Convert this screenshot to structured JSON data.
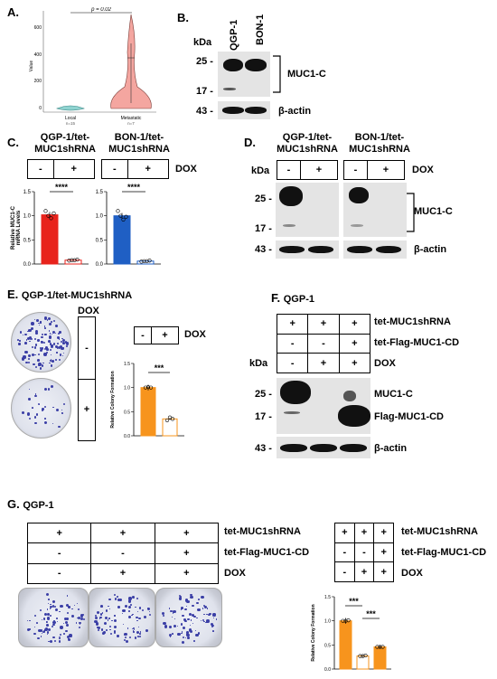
{
  "panels": {
    "A": {
      "label": "A.",
      "ylabel": "Value",
      "yticks": [
        "0",
        "200",
        "400",
        "600"
      ],
      "pvalue": "p = 0.02",
      "groups": [
        {
          "name": "Local",
          "n": "n=15"
        },
        {
          "name": "Metastatic",
          "n": "n=7"
        }
      ]
    },
    "B": {
      "label": "B.",
      "lanes": [
        "QGP-1",
        "BON-1"
      ],
      "kda": "kDa",
      "markers": [
        "25 -",
        "17 -",
        "43 -"
      ],
      "target": "MUC1-C",
      "control": "β-actin"
    },
    "C": {
      "label": "C.",
      "line1": [
        "QGP-1/tet-",
        "MUC1shRNA"
      ],
      "line2": [
        "BON-1/tet-",
        "MUC1shRNA"
      ],
      "dox_row": [
        "-",
        "+",
        "-",
        "+"
      ],
      "dox": "DOX",
      "ylabel": [
        "Relative MUC1-C",
        "mRNA Levels"
      ],
      "yticks": [
        "0.0",
        "0.5",
        "1.0",
        "1.5"
      ],
      "sig": [
        "****",
        "****"
      ]
    },
    "D": {
      "label": "D.",
      "line1": [
        "QGP-1/tet-",
        "MUC1shRNA"
      ],
      "line2": [
        "BON-1/tet-",
        "MUC1shRNA"
      ],
      "dox_row": [
        "-",
        "+",
        "-",
        "+"
      ],
      "dox": "DOX",
      "kda": "kDa",
      "markers": [
        "25 -",
        "17 -",
        "43 -"
      ],
      "target": "MUC1-C",
      "control": "β-actin"
    },
    "E": {
      "label": "E.",
      "title": "QGP-1/tet-MUC1shRNA",
      "dox": "DOX",
      "dish_rows": [
        "-",
        "+"
      ],
      "dox_row": [
        "-",
        "+"
      ],
      "ylabel": "Relative Colony Formation",
      "yticks": [
        "0.0",
        "0.5",
        "1.0",
        "1.5"
      ],
      "sig": "***"
    },
    "F": {
      "label": "F.",
      "title": "QGP-1",
      "rows": [
        {
          "label": "tet-MUC1shRNA",
          "cells": [
            "+",
            "+",
            "+"
          ]
        },
        {
          "label": "tet-Flag-MUC1-CD",
          "cells": [
            "-",
            "-",
            "+"
          ]
        },
        {
          "label": "DOX",
          "cells": [
            "-",
            "+",
            "+"
          ]
        }
      ],
      "kda": "kDa",
      "markers": [
        "25 -",
        "17 -",
        "43 -"
      ],
      "bands": [
        "MUC1-C",
        "Flag-MUC1-CD",
        "β-actin"
      ]
    },
    "G": {
      "label": "G.",
      "title": "QGP-1",
      "rows": [
        {
          "label": "tet-MUC1shRNA",
          "cells": [
            "+",
            "+",
            "+"
          ]
        },
        {
          "label": "tet-Flag-MUC1-CD",
          "cells": [
            "-",
            "-",
            "+"
          ]
        },
        {
          "label": "DOX",
          "cells": [
            "-",
            "+",
            "+"
          ]
        }
      ],
      "ylabel": "Relative Colony Formation",
      "yticks": [
        "0.0",
        "0.5",
        "1.0",
        "1.5"
      ],
      "sig": [
        "***",
        "***"
      ]
    }
  },
  "chart_data": [
    {
      "type": "bar",
      "panel": "C-left",
      "categories": [
        "-",
        "+"
      ],
      "values": [
        1.02,
        0.08
      ],
      "ylim": [
        0,
        1.5
      ],
      "points": [
        [
          1.1,
          1.0,
          0.95,
          1.05
        ],
        [
          0.07,
          0.08,
          0.08,
          0.09
        ]
      ],
      "colors": [
        "#e8231c",
        "#ffffff"
      ],
      "edge": "#e8231c"
    },
    {
      "type": "bar",
      "panel": "C-right",
      "categories": [
        "-",
        "+"
      ],
      "values": [
        1.0,
        0.06
      ],
      "ylim": [
        0,
        1.5
      ],
      "points": [
        [
          1.1,
          1.0,
          0.92,
          0.98
        ],
        [
          0.05,
          0.06,
          0.06,
          0.07
        ]
      ],
      "colors": [
        "#1f5fc4",
        "#ffffff"
      ],
      "edge": "#1f5fc4"
    },
    {
      "type": "bar",
      "panel": "E",
      "categories": [
        "-",
        "+"
      ],
      "values": [
        1.0,
        0.35
      ],
      "ylim": [
        0,
        1.5
      ],
      "points": [
        [
          1.0,
          1.01,
          1.0
        ],
        [
          0.32,
          0.38,
          0.35
        ]
      ],
      "colors": [
        "#f7941d",
        "#ffffff"
      ],
      "edge": "#f7941d"
    },
    {
      "type": "bar",
      "panel": "G",
      "categories": [
        "1",
        "2",
        "3"
      ],
      "values": [
        1.0,
        0.27,
        0.46
      ],
      "ylim": [
        0,
        1.5
      ],
      "points": [
        [
          1.0,
          1.0,
          1.01
        ],
        [
          0.27,
          0.27,
          0.28
        ],
        [
          0.46,
          0.46,
          0.46
        ]
      ],
      "colors": [
        "#f7941d",
        "#ffffff",
        "#f7941d"
      ],
      "edge": "#f7941d"
    }
  ],
  "colors": {
    "red": "#e8231c",
    "blue": "#1f5fc4",
    "orange": "#f7941d",
    "violin": "#f4a6a0",
    "dish_stain": "#3b3fa6"
  }
}
